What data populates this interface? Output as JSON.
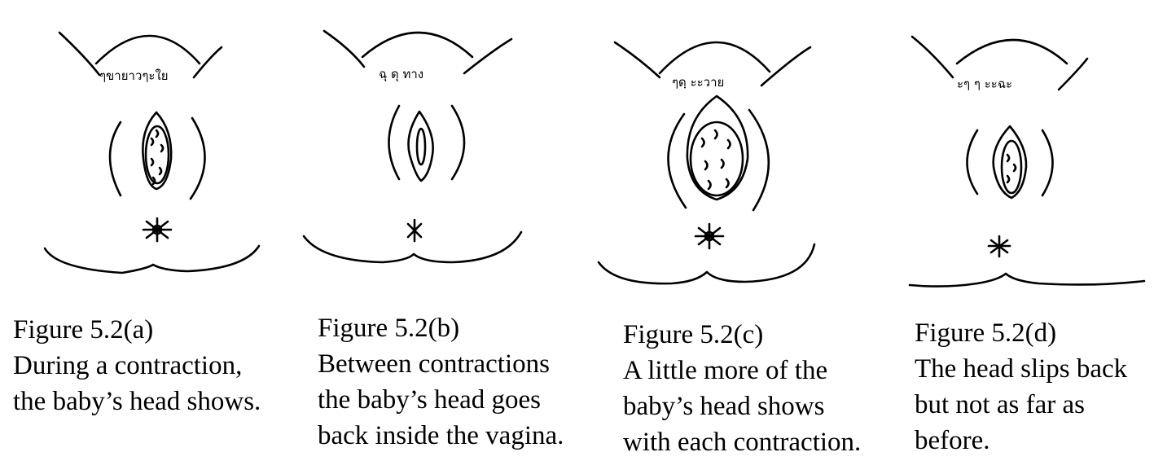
{
  "figures": [
    {
      "id": "a",
      "belly_script": "ๆขายาวๆะใย",
      "title": "Figure 5.2(a)",
      "caption_lines": [
        "During a contraction,",
        "the baby’s head shows."
      ],
      "head_visible_fraction": 0.6
    },
    {
      "id": "b",
      "belly_script": "ฉุ ดุ ทาง",
      "title": "Figure 5.2(b)",
      "caption_lines": [
        "Between contractions",
        "the baby’s head goes",
        "back inside the vagina."
      ],
      "head_visible_fraction": 0.2
    },
    {
      "id": "c",
      "belly_script": "ๆดฺ ะะวาย",
      "title": "Figure 5.2(c)",
      "caption_lines": [
        "A little more of the",
        "baby’s head shows",
        "with each contraction."
      ],
      "head_visible_fraction": 1.0
    },
    {
      "id": "d",
      "belly_script": "ะๆ ๆ ะะฉะ",
      "title": "Figure 5.2(d)",
      "caption_lines": [
        "The head slips back",
        "but not as far as",
        "before."
      ],
      "head_visible_fraction": 0.5
    }
  ]
}
